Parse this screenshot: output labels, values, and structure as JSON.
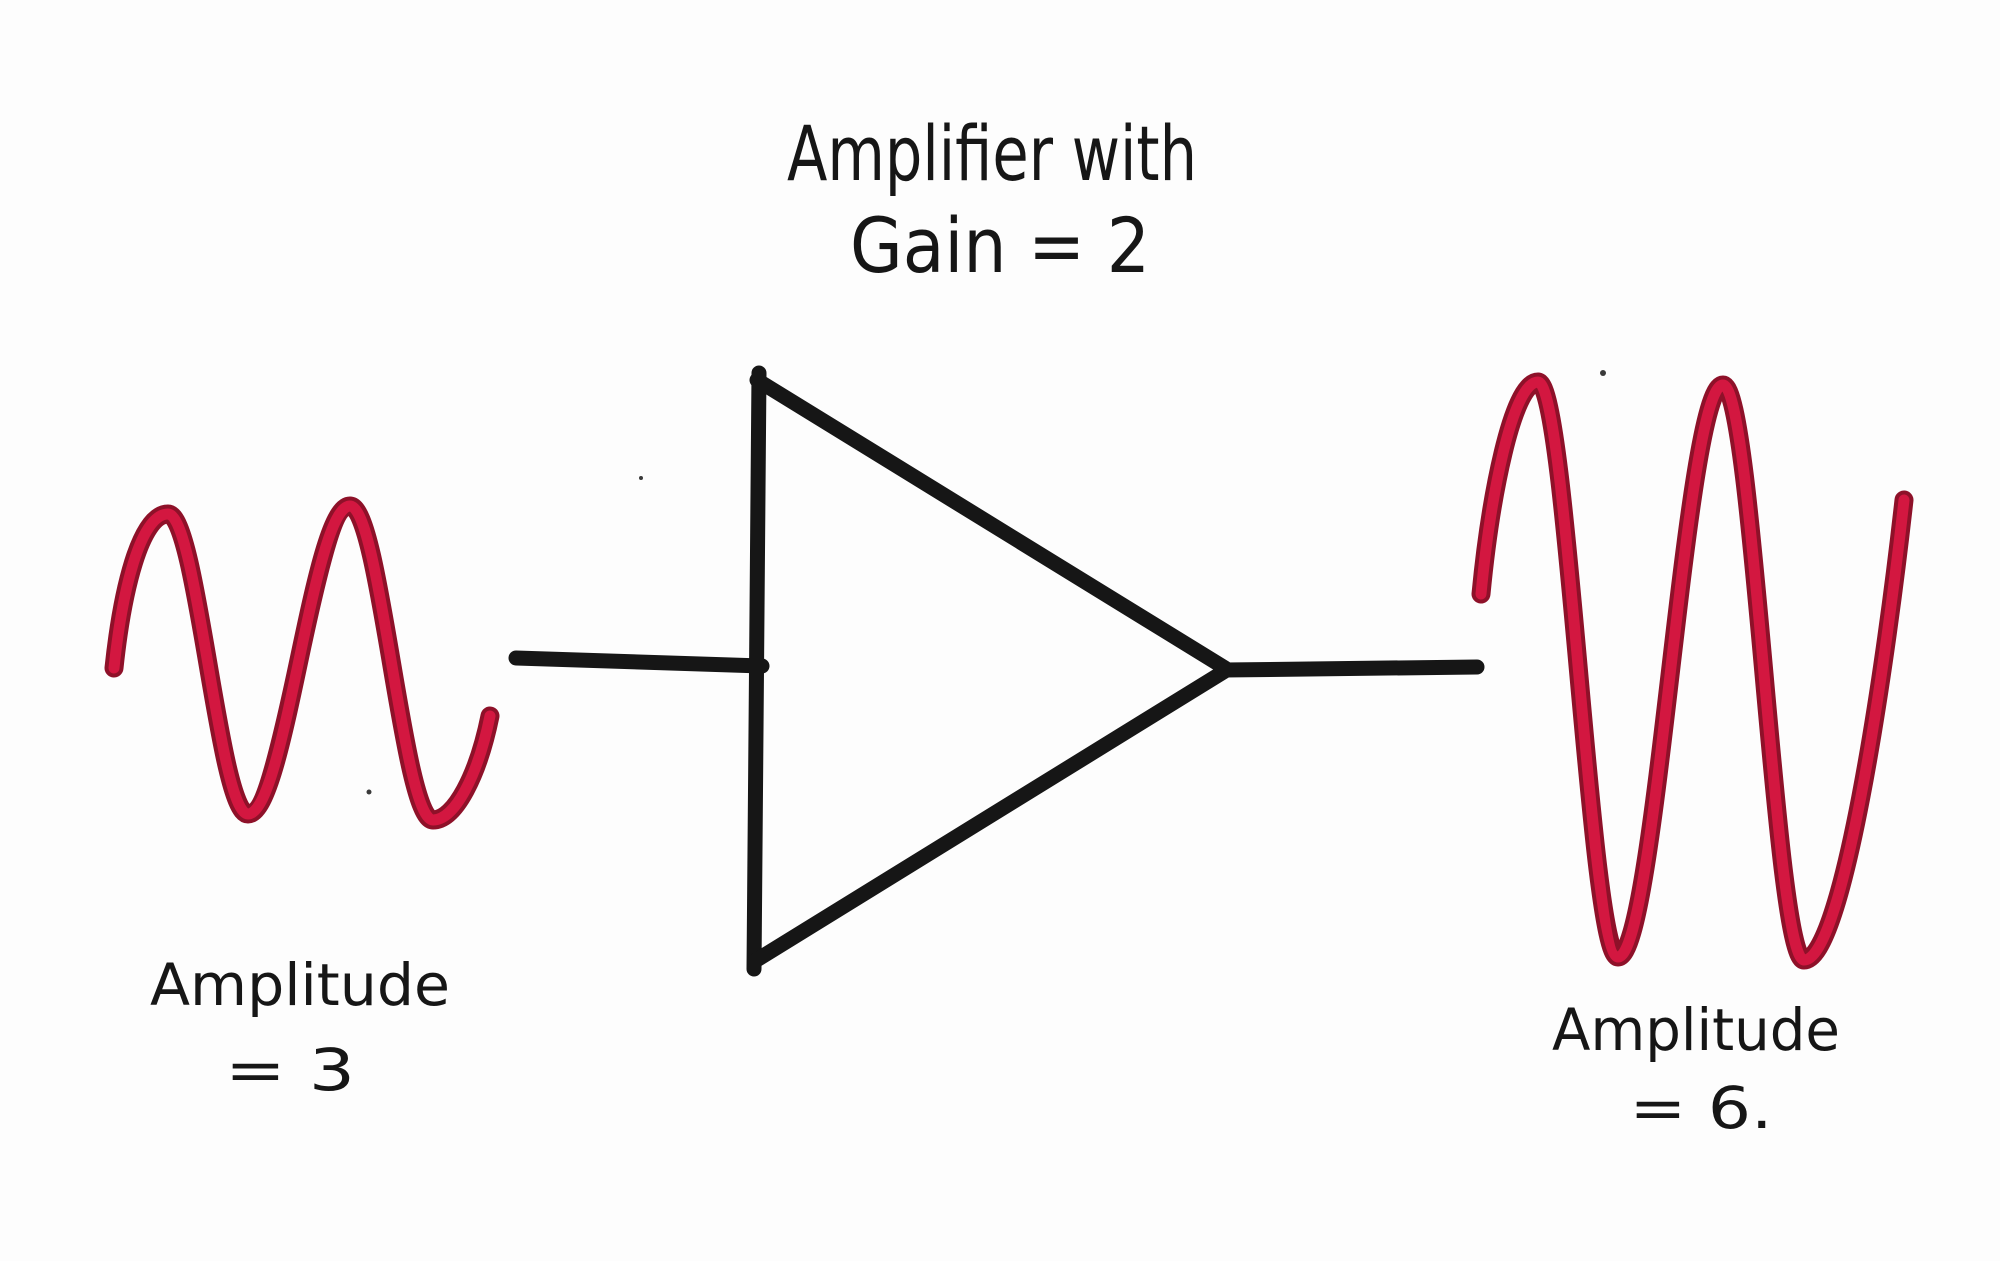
{
  "diagram": {
    "type": "amplifier-block-diagram",
    "title_line1": "Amplifier with",
    "title_line2": "Gain = 2",
    "gain": 2
  },
  "input": {
    "label_line1": "Amplitude",
    "label_line2": "= 3",
    "amplitude": 3,
    "cycles_shown": 2
  },
  "output": {
    "label_line1": "Amplitude",
    "label_line2": "= 6.",
    "amplitude": 6,
    "cycles_shown": 2
  },
  "colors": {
    "background": "#fdfdfd",
    "ink": "#161616",
    "wave": "#d31740",
    "wave_edge": "#8e1129",
    "speck": "#3a3a3a"
  }
}
